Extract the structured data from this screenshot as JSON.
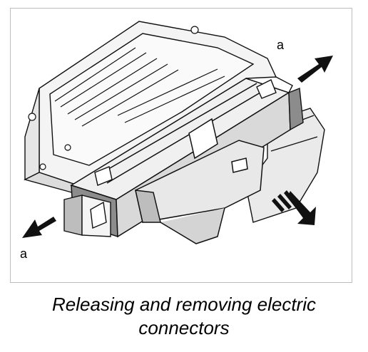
{
  "figure": {
    "callouts": [
      "a",
      "a"
    ],
    "caption_lines": [
      "Releasing and removing electric",
      "connectors"
    ],
    "colors": {
      "line": "#111111",
      "housing_light": "#f2f2f2",
      "housing_mid": "#d9d9d9",
      "housing_dark": "#8c8c8c",
      "arrow": "#111111",
      "frame_border": "#bdbdbd"
    },
    "icons": [
      "release-arrow-up-right-icon",
      "release-arrow-down-left-icon",
      "pull-out-dashed-arrow-icon"
    ]
  }
}
